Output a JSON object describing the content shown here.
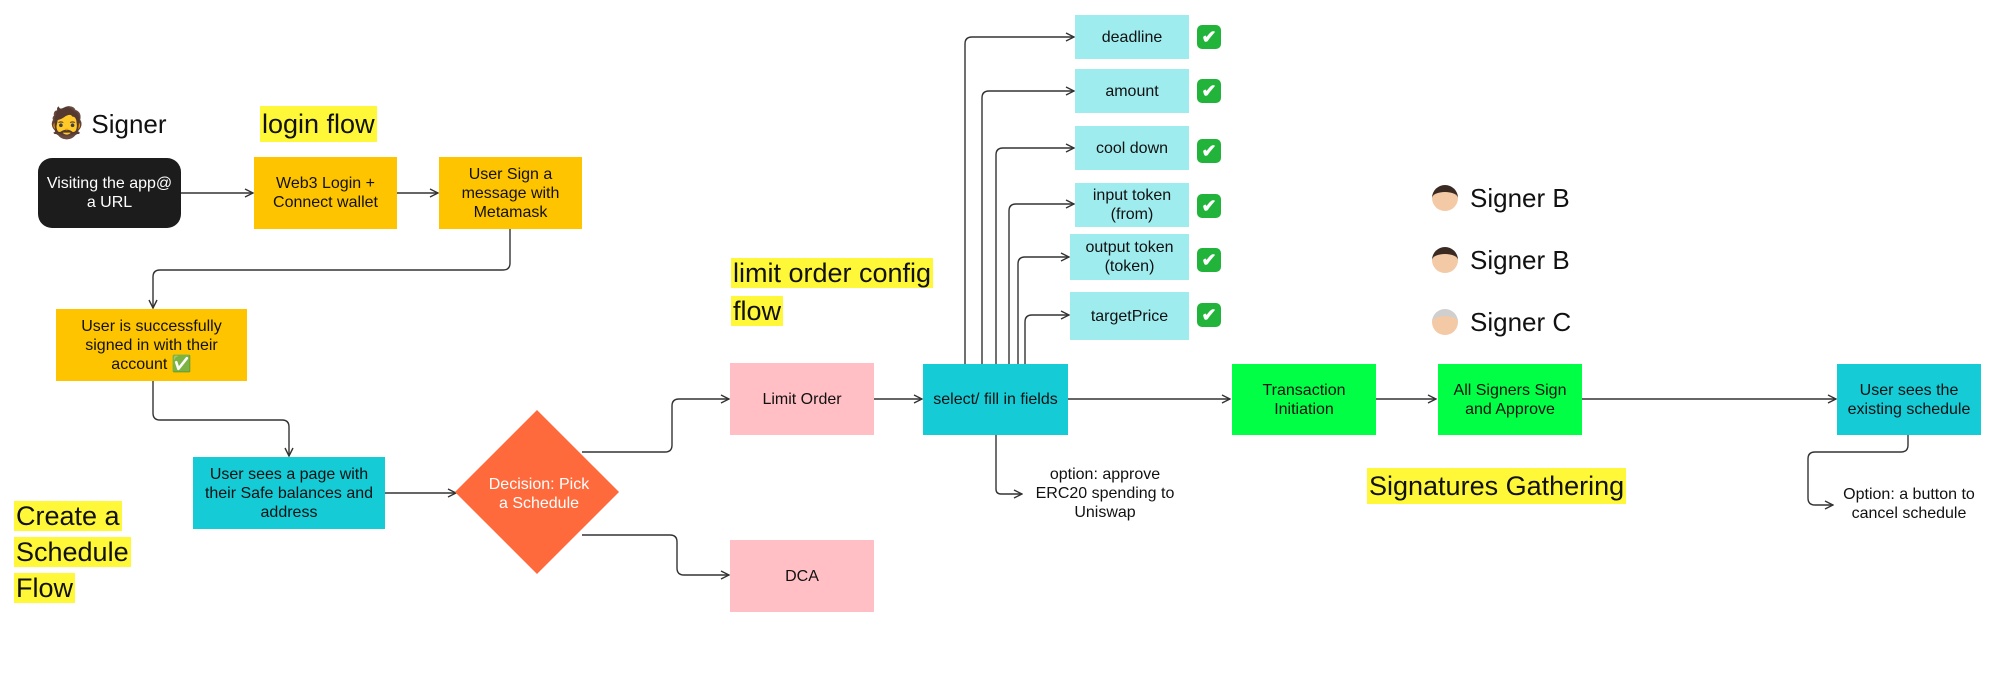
{
  "actor": {
    "emoji": "🧔",
    "label": "Signer"
  },
  "titles": {
    "login": "login flow",
    "limit_order": "limit order config flow",
    "create_schedule": "Create a Schedule Flow",
    "signatures": "Signatures Gathering"
  },
  "nodes": {
    "visit": "Visiting the app@ a URL",
    "web3_login": "Web3 Login + Connect wallet",
    "sign_message": "User Sign a message with Metamask",
    "signed_in": "User is successfully signed in with their account ✅",
    "safe_page": "User sees a page with their Safe balances and address",
    "decision": "Decision: Pick a Schedule",
    "limit_order": "Limit Order",
    "dca": "DCA",
    "select_fields": "select/ fill in fields",
    "approve_option": "option: approve ERC20 spending to Uniswap",
    "tx_init": "Transaction Initiation",
    "all_sign": "All Signers Sign and Approve",
    "existing_schedule": "User sees the existing schedule",
    "cancel_option": "Option: a button to cancel schedule"
  },
  "fields": [
    {
      "label": "deadline",
      "check": "✔"
    },
    {
      "label": "amount",
      "check": "✔"
    },
    {
      "label": "cool down",
      "check": "✔"
    },
    {
      "label": "input token (from)",
      "check": "✔"
    },
    {
      "label": "output token (token)",
      "check": "✔"
    },
    {
      "label": "targetPrice",
      "check": "✔"
    }
  ],
  "signers": [
    {
      "label": "Signer B",
      "face_color": "#f3c9a6",
      "hair_color": "#3a2a22"
    },
    {
      "label": "Signer B",
      "face_color": "#f3c9a6",
      "hair_color": "#3a2a22"
    },
    {
      "label": "Signer C",
      "face_color": "#f3c9a6",
      "hair_color": "#cfcfcf"
    }
  ],
  "colors": {
    "orange": "#ffc400",
    "cyan": "#14cbd6",
    "light_cyan": "#9fecef",
    "pink": "#ffbfc5",
    "green": "#00ff45",
    "decision": "#ff6a3d",
    "highlight": "#fff838"
  }
}
